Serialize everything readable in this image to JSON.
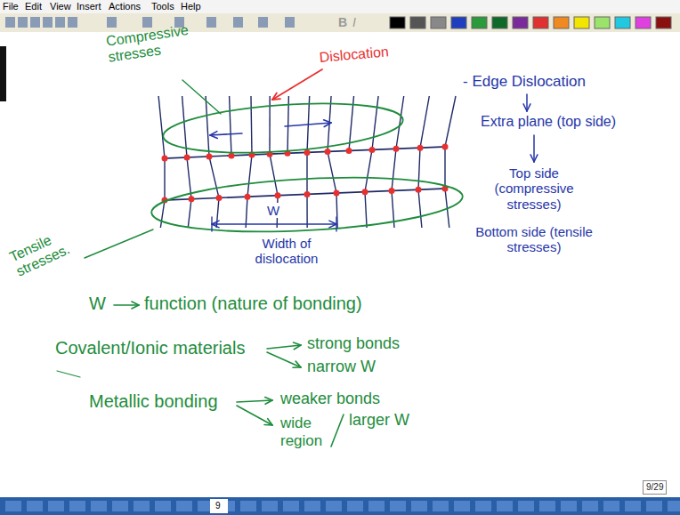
{
  "diagram": {
    "labels": [
      "File",
      "Edit",
      "View",
      "Insert",
      "Actions",
      "Tools",
      "Help",
      "B",
      "I",
      "Compressive stresses",
      "Dislocation",
      "Tensile stresses.",
      "W",
      "Width of dislocation",
      "- Edge Dislocation",
      "Extra plane (top side)",
      "Top side (compressive stresses)",
      "Bottom side (tensile stresses)",
      "W",
      "function (nature of bonding)",
      "Covalent/Ionic materials",
      "strong bonds",
      "narrow W",
      "Metallic bonding",
      "weaker bonds",
      "wide region",
      "larger W",
      "9/29",
      "9"
    ]
  }
}
